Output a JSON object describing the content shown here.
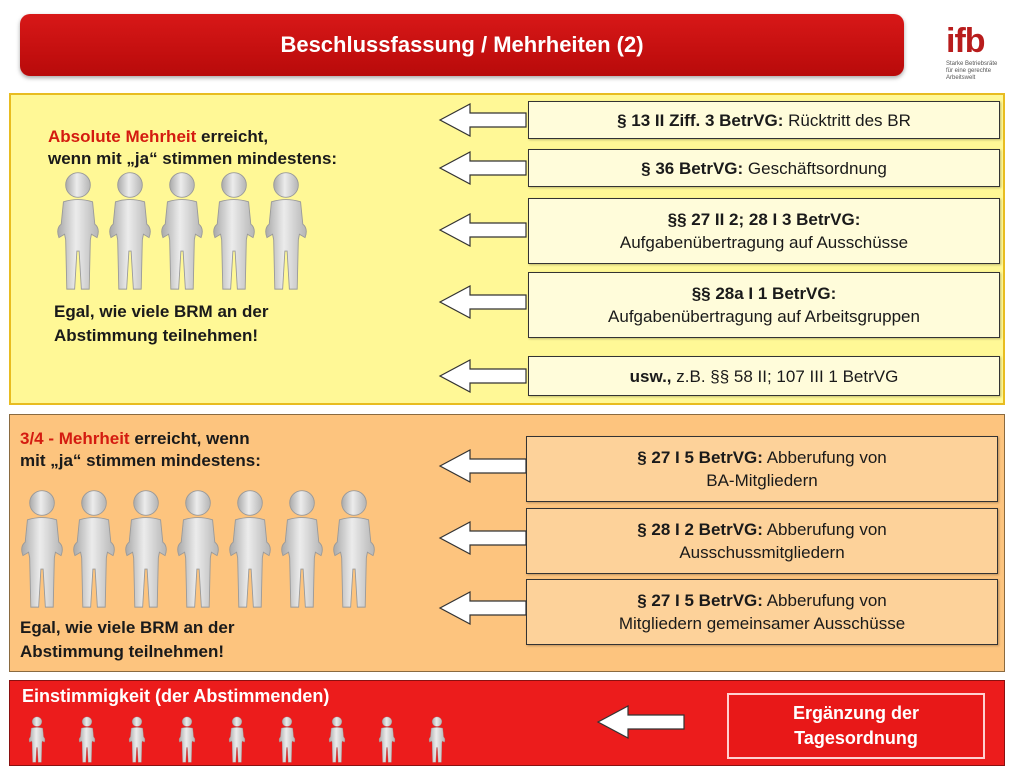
{
  "title": "Beschlussfassung / Mehrheiten (2)",
  "logo": {
    "word": "ifb",
    "tagline": [
      "Starke Betriebsräte",
      "für eine gerechte",
      "Arbeitswelt"
    ],
    "color": "#b81c1c"
  },
  "section_absolute": {
    "heading_red": "Absolute Mehrheit",
    "heading_rest_1": " erreicht,",
    "heading_line_2": "wenn mit „ja“ stimmen mindestens:",
    "figure_count": 5,
    "note_line_1": "Egal, wie viele BRM an der",
    "note_line_2": "Abstimmung teilnehmen!",
    "boxes": [
      {
        "bold": "§ 13 II Ziff. 3 BetrVG:",
        "text": " Rücktritt des BR"
      },
      {
        "bold": "§ 36 BetrVG:",
        "text": " Geschäftsordnung"
      },
      {
        "bold": "§§ 27 II 2; 28 I 3 BetrVG:",
        "text": "Aufgabenübertragung auf Ausschüsse"
      },
      {
        "bold": "§§ 28a I 1 BetrVG:",
        "text": "Aufgabenübertragung auf Arbeitsgruppen"
      },
      {
        "bold": "usw.,",
        "text": " z.B. §§ 58 II; 107 III 1 BetrVG"
      }
    ]
  },
  "section_three_quarter": {
    "heading_red": "3/4 - Mehrheit",
    "heading_rest_1": " erreicht, wenn",
    "heading_line_2": "mit „ja“ stimmen mindestens:",
    "figure_count": 7,
    "note_line_1": "Egal, wie viele BRM an der",
    "note_line_2": "Abstimmung teilnehmen!",
    "boxes": [
      {
        "bold": "§ 27 I 5 BetrVG:",
        "text": " Abberufung von",
        "text2": "BA-Mitgliedern"
      },
      {
        "bold": "§ 28 I 2  BetrVG:",
        "text": " Abberufung von",
        "text2": "Ausschussmitgliedern"
      },
      {
        "bold": "§ 27 I 5 BetrVG:",
        "text": " Abberufung von",
        "text2": "Mitgliedern gemeinsamer Ausschüsse"
      }
    ]
  },
  "section_unanimous": {
    "heading": "Einstimmigkeit (der Abstimmenden)",
    "figure_count": 9,
    "box_line_1": "Ergänzung der",
    "box_line_2": "Tagesordnung"
  },
  "colors": {
    "title_red": "#c81010",
    "panel_yellow": "#fff896",
    "panel_orange": "#fdc47e",
    "panel_red": "#ec1c1c",
    "heading_red": "#d41b10"
  }
}
